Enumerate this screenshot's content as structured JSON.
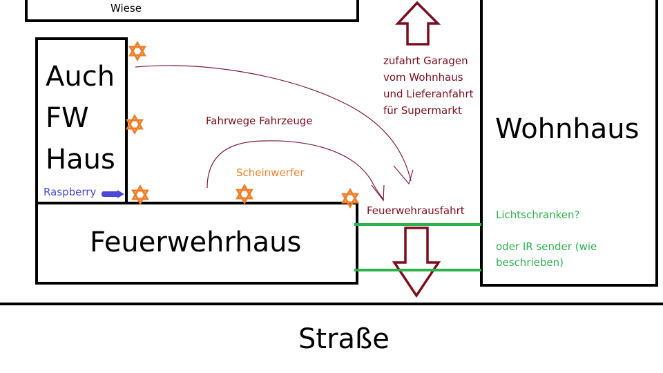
{
  "labels": {
    "wiese": "Wiese",
    "auch_fw_haus": [
      "Auch",
      "FW",
      "Haus"
    ],
    "raspberry": "Raspberry",
    "feuerwehrhaus": "Feuerwehrhaus",
    "wohnhaus": "Wohnhaus",
    "strasse": "Straße",
    "fahrwege": "Fahrwege Fahrzeuge",
    "scheinwerfer": "Scheinwerfer",
    "feuerwehrausfahrt": "Feuerwehrausfahrt",
    "zufahrt": [
      "zufahrt Garagen",
      "vom Wohnhaus",
      "und Lieferanfahrt",
      "für Supermarkt"
    ],
    "lichtschranken": "Lichtschranken?",
    "ir_sender": [
      "oder IR sender (wie",
      "beschrieben)"
    ]
  },
  "colors": {
    "outline": "#000000",
    "arrow": "#7b0d1e",
    "path": "#7b1d3a",
    "light": "#f07f2c",
    "sensor": "#2bb24c",
    "raspberry": "#4a4ad6"
  },
  "icons": [
    "floodlight-star-icon",
    "raspberry-pointer-icon",
    "up-arrow-icon",
    "down-arrow-icon"
  ]
}
